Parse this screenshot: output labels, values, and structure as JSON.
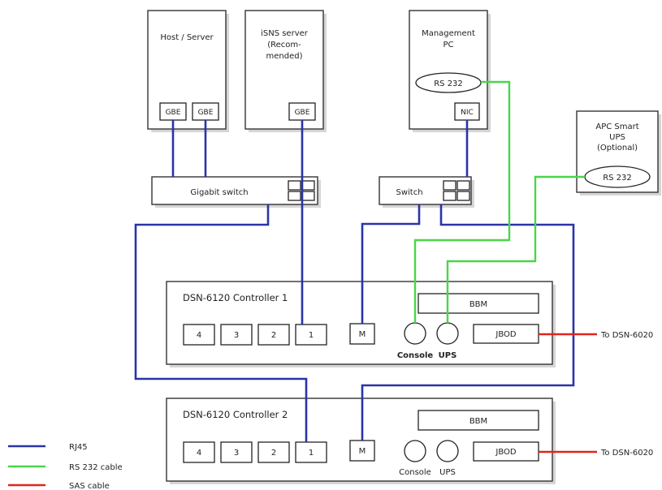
{
  "devices": {
    "host": {
      "label_line1": "Host / Server",
      "port1": "GBE",
      "port2": "GBE"
    },
    "isns": {
      "label_line1": "iSNS server",
      "label_line2": "(Recom-",
      "label_line3": "mended)",
      "port": "GBE"
    },
    "mgmt": {
      "label_line1": "Management",
      "label_line2": "PC",
      "rs232": "RS 232",
      "nic": "NIC"
    },
    "apc": {
      "label_line1": "APC Smart",
      "label_line2": "UPS",
      "label_line3": "(Optional)",
      "rs232": "RS 232"
    }
  },
  "switches": {
    "gigabit": "Gigabit switch",
    "switch": "Switch"
  },
  "controllers": [
    {
      "title": "DSN-6120 Controller 1",
      "ports": [
        "4",
        "3",
        "2",
        "1"
      ],
      "mgmt_port": "M",
      "bbm": "BBM",
      "console": "Console",
      "ups": "UPS",
      "jbod": "JBOD",
      "jbod_target": "To DSN-6020"
    },
    {
      "title": "DSN-6120 Controller 2",
      "ports": [
        "4",
        "3",
        "2",
        "1"
      ],
      "mgmt_port": "M",
      "bbm": "BBM",
      "console": "Console",
      "ups": "UPS",
      "jbod": "JBOD",
      "jbod_target": "To DSN-6020"
    }
  ],
  "legend": [
    {
      "label": "RJ45",
      "color": "#2a34a8"
    },
    {
      "label": "RS 232 cable",
      "color": "#49d64a"
    },
    {
      "label": "SAS cable",
      "color": "#e0241e"
    }
  ]
}
